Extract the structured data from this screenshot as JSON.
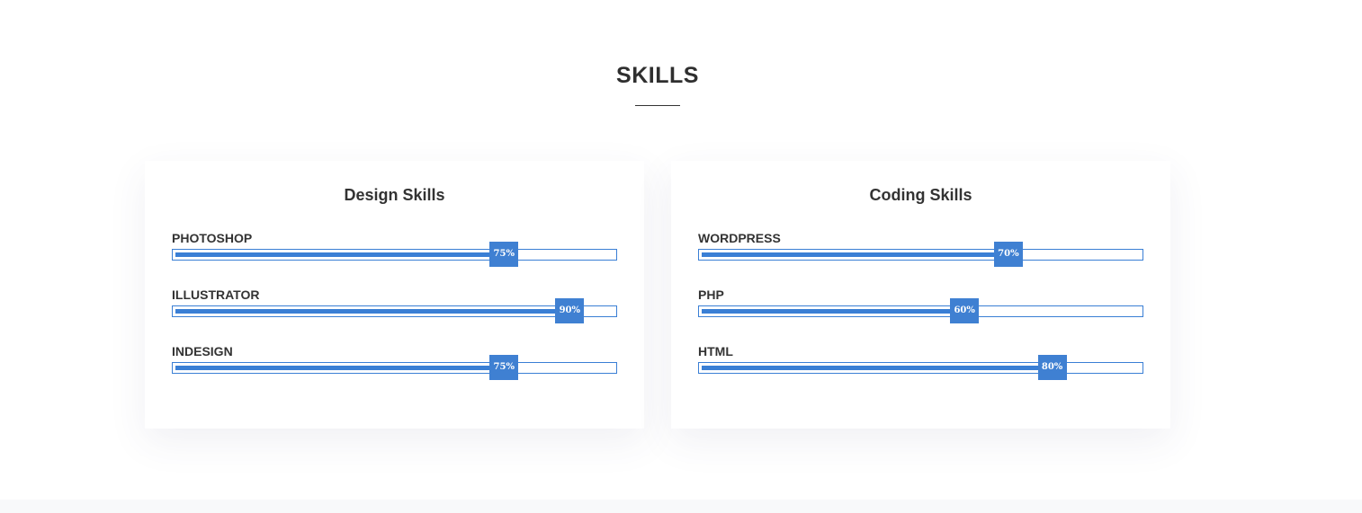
{
  "section": {
    "title": "SKILLS"
  },
  "colors": {
    "accent": "#3a7fd5",
    "badge": "#3f80d2",
    "text": "#333333"
  },
  "design": {
    "title": "Design Skills",
    "skills": [
      {
        "name": "PHOTOSHOP",
        "percent": 75,
        "label": "75%"
      },
      {
        "name": "ILLUSTRATOR",
        "percent": 90,
        "label": "90%"
      },
      {
        "name": "INDESIGN",
        "percent": 75,
        "label": "75%"
      }
    ]
  },
  "coding": {
    "title": "Coding Skills",
    "skills": [
      {
        "name": "WORDPRESS",
        "percent": 70,
        "label": "70%"
      },
      {
        "name": "PHP",
        "percent": 60,
        "label": "60%"
      },
      {
        "name": "HTML",
        "percent": 80,
        "label": "80%"
      }
    ]
  }
}
